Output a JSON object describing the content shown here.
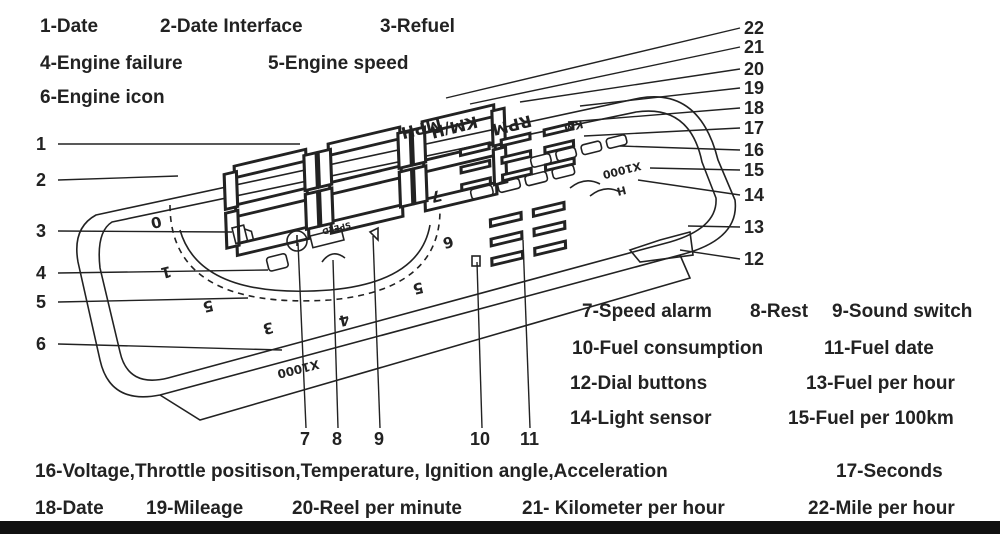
{
  "top_labels": [
    "1-Date",
    "2-Date Interface",
    "3-Refuel",
    "4-Engine failure",
    "5-Engine speed",
    "6-Engine icon"
  ],
  "right_labels": [
    "7-Speed alarm",
    "8-Rest",
    "9-Sound switch",
    "10-Fuel consumption",
    "11-Fuel date",
    "12-Dial buttons",
    "13-Fuel per hour",
    "14-Light sensor",
    "15-Fuel per 100km"
  ],
  "bottom_labels": [
    "16-Voltage,Throttle positison,Temperature, Ignition angle,Acceleration",
    "17-Seconds",
    "18-Date",
    "19-Mileage",
    "20-Reel per minute",
    "21- Kilometer per hour",
    "22-Mile per hour"
  ],
  "callouts_left": [
    "1",
    "2",
    "3",
    "4",
    "5",
    "6"
  ],
  "callouts_bottom": [
    "7",
    "8",
    "9",
    "10",
    "11"
  ],
  "callouts_right": [
    "22",
    "21",
    "20",
    "19",
    "18",
    "17",
    "16",
    "15",
    "14",
    "13",
    "12"
  ],
  "device_text": {
    "unit_mph": "MPH",
    "unit_kmh": "KM/H",
    "unit_rpm": "RPM",
    "unit_km": "KM",
    "unit_x1000": "X1000",
    "unit_speed": "SPEED",
    "unit_h": "H",
    "unit_x1000r": "X1000",
    "dial_marks": [
      "0",
      "1",
      "5",
      "3",
      "4",
      "5",
      "6",
      "7"
    ],
    "digits_speed": "888",
    "digits_mid": "8:8.8",
    "digits_low": "8.8"
  }
}
